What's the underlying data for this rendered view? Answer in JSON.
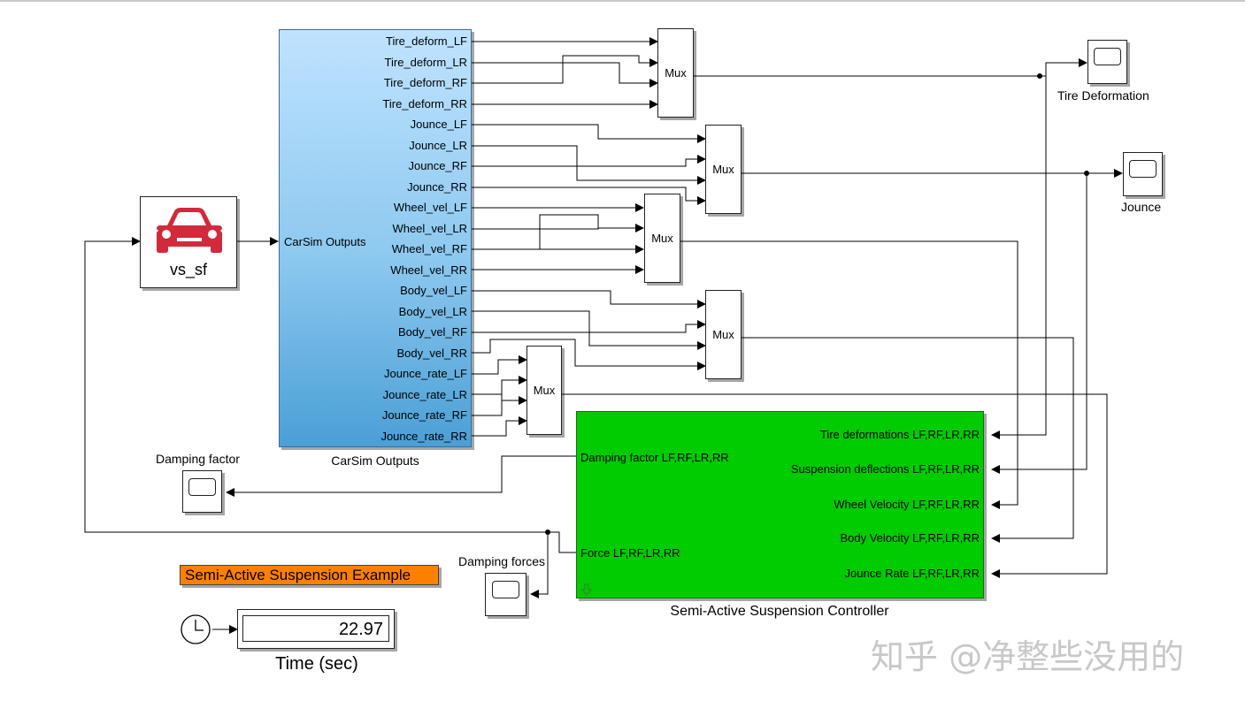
{
  "carsim_block": {
    "name": "vs_sf",
    "output_label": "CarSim Outputs",
    "caption": "CarSim Outputs",
    "ports": [
      "Tire_deform_LF",
      "Tire_deform_LR",
      "Tire_deform_RF",
      "Tire_deform_RR",
      "Jounce_LF",
      "Jounce_LR",
      "Jounce_RF",
      "Jounce_RR",
      "Wheel_vel_LF",
      "Wheel_vel_LR",
      "Wheel_vel_RF",
      "Wheel_vel_RR",
      "Body_vel_LF",
      "Body_vel_LR",
      "Body_vel_RF",
      "Body_vel_RR",
      "Jounce_rate_LF",
      "Jounce_rate_LR",
      "Jounce_rate_RF",
      "Jounce_rate_RR"
    ],
    "car_icon": "car-icon"
  },
  "mux_label": "Mux",
  "scopes": {
    "tire_deformation": "Tire Deformation",
    "jounce": "Jounce",
    "damping_factor": "Damping factor",
    "damping_forces": "Damping forces"
  },
  "controller": {
    "caption": "Semi-Active Suspension Controller",
    "color": "#00cc00",
    "inputs": [
      "Tire deformations LF,RF,LR,RR",
      "Suspension deflections LF,RF,LR,RR",
      "Wheel Velocity LF,RF,LR,RR",
      "Body Velocity LF,RF,LR,RR",
      "Jounce Rate LF,RF,LR,RR"
    ],
    "outputs": {
      "damping": "Damping factor LF,RF,LR,RR",
      "force": "Force  LF,RF,LR,RR"
    }
  },
  "title_badge": {
    "text": "Semi-Active Suspension Example",
    "color": "#ff8000"
  },
  "clock": {
    "display_value": "22.97",
    "caption": "Time (sec)"
  },
  "watermark": "知乎 @净整些没用的"
}
